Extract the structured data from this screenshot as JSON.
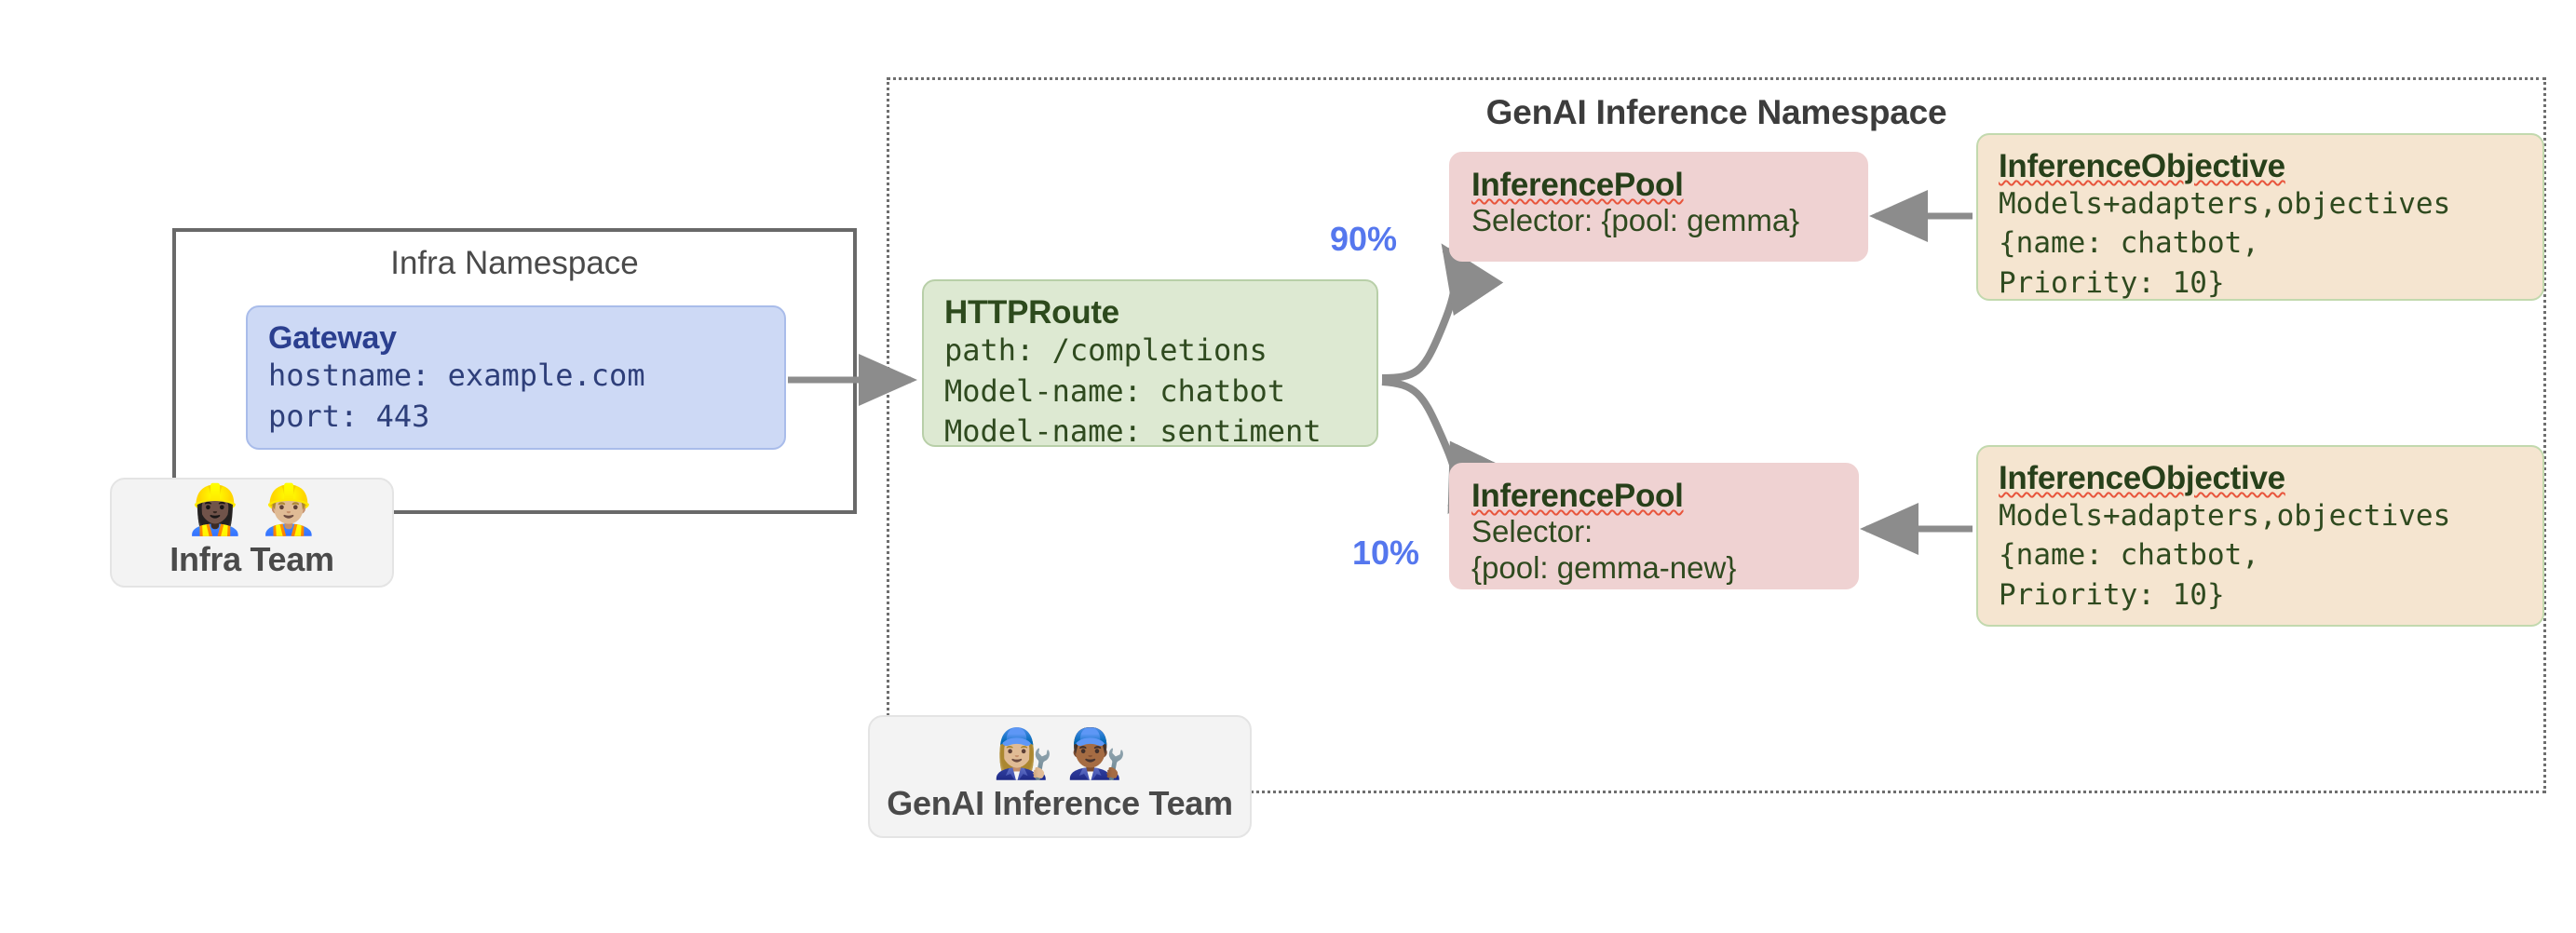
{
  "diagram": {
    "title": "Gateway API Inference Extension routing overview",
    "colors": {
      "gateway_fill": "#CDD9F5",
      "gateway_border": "#A9BCEA",
      "httproute_fill": "#DDE9D2",
      "httproute_border": "#B8CFA8",
      "pool_fill": "#EFD2D2",
      "objective_fill": "#F5E5D0",
      "objective_border": "#C2D9AE",
      "arrow": "#8C8C8C",
      "weight_text": "#5577EE",
      "namespace_border_solid": "#696969",
      "namespace_border_dotted": "#6E6E6E",
      "team_card_fill": "#F3F3F3"
    }
  },
  "namespaces": {
    "infra": {
      "label": "Infra Namespace",
      "border_style": "solid"
    },
    "genai": {
      "label": "GenAI Inference Namespace",
      "border_style": "dotted"
    }
  },
  "gateway": {
    "title": "Gateway",
    "lines": [
      "hostname: example.com",
      "port: 443"
    ]
  },
  "httproute": {
    "title": "HTTPRoute",
    "lines": [
      "path: /completions",
      "Model-name: chatbot",
      "Model-name: sentiment"
    ]
  },
  "pools": [
    {
      "title": "InferencePool",
      "selector": "Selector: {pool: gemma}",
      "weight": "90%"
    },
    {
      "title": "InferencePool",
      "selector": "Selector:\n   {pool: gemma-new}",
      "weight": "10%"
    }
  ],
  "objectives": [
    {
      "title": "InferenceObjective",
      "lines": [
        "Models+adapters,objectives",
        "{name: chatbot,",
        "Priority: 10}"
      ]
    },
    {
      "title": "InferenceObjective",
      "lines": [
        "Models+adapters,objectives",
        "{name: chatbot,",
        "Priority: 10}"
      ]
    }
  ],
  "teams": [
    {
      "name": "Infra Team",
      "faces": "👷🏿‍♀️👷🏼‍♂️"
    },
    {
      "name": "GenAI Inference Team",
      "faces": "👩🏼‍🔧👨🏾‍🔧"
    }
  ],
  "edges": [
    {
      "from": "Gateway",
      "to": "HTTPRoute",
      "label": ""
    },
    {
      "from": "HTTPRoute",
      "to": "InferencePool (gemma)",
      "label": "90%"
    },
    {
      "from": "HTTPRoute",
      "to": "InferencePool (gemma-new)",
      "label": "10%"
    },
    {
      "from": "InferenceObjective (top)",
      "to": "InferencePool (gemma)",
      "label": ""
    },
    {
      "from": "InferenceObjective (bottom)",
      "to": "InferencePool (gemma-new)",
      "label": ""
    }
  ]
}
